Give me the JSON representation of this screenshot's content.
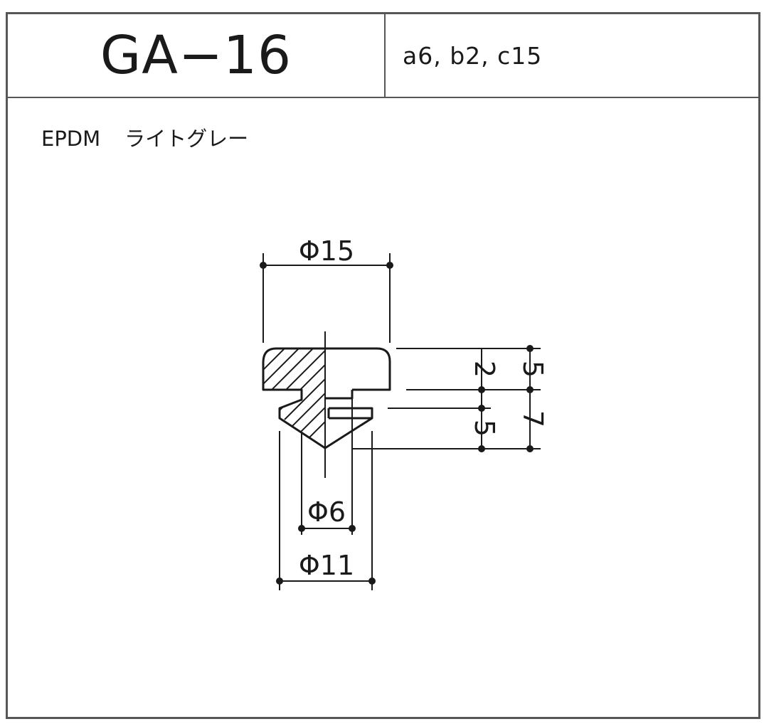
{
  "header": {
    "model_code": "GA−16",
    "variants": "a6,  b2,  c15"
  },
  "material": {
    "name": "EPDM",
    "color": "ライトグレー"
  },
  "dimensions": {
    "top_diameter": "Φ15",
    "neck_diameter": "Φ6",
    "bottom_diameter": "Φ11",
    "cap_height": "2",
    "cap_total_height": "5",
    "cone_height": "5",
    "lower_total_height": "7"
  },
  "colors": {
    "line": "#1a1a1a",
    "frame": "#575757"
  }
}
